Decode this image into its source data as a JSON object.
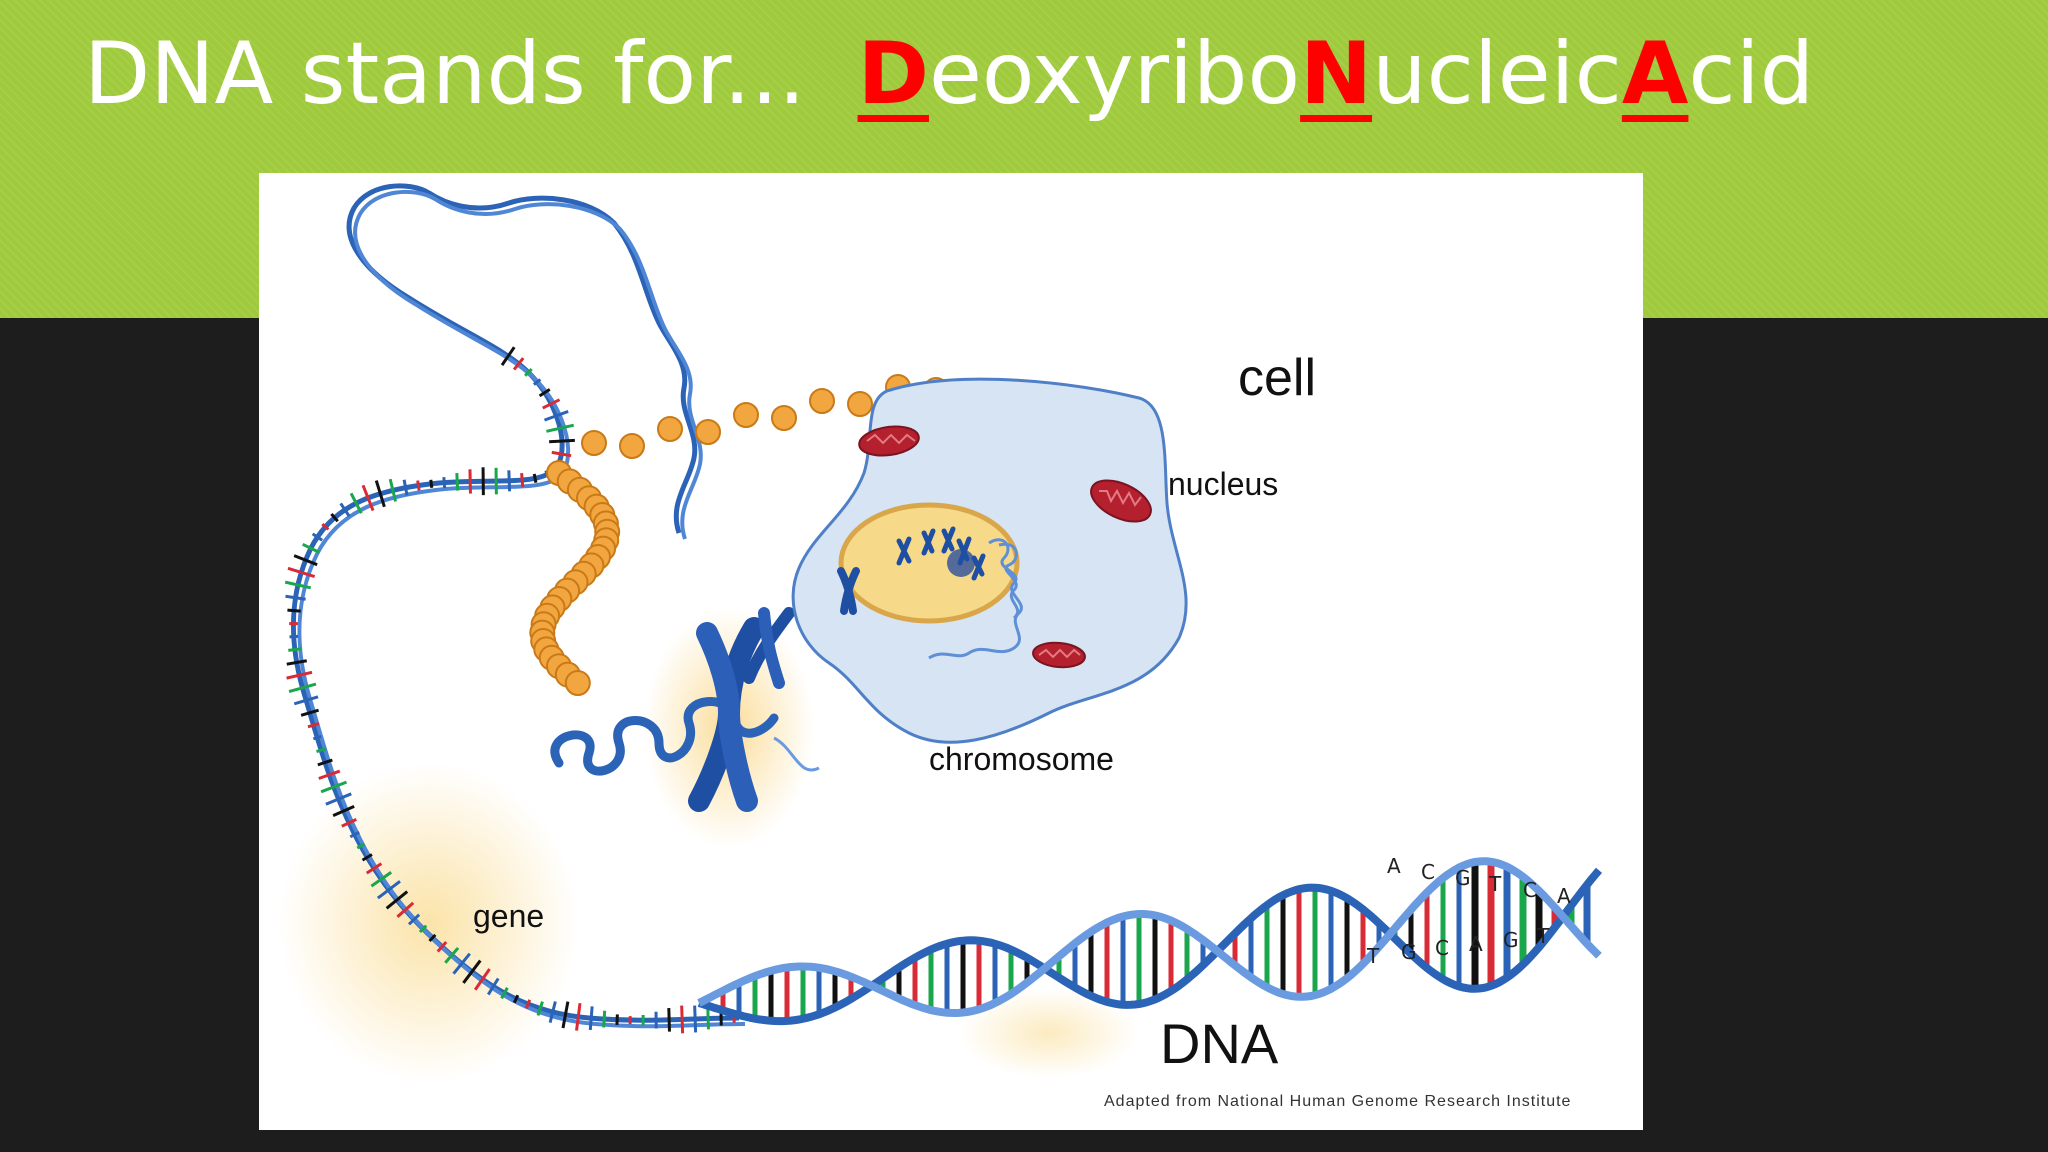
{
  "slide": {
    "title_prefix": "DNA stands for...",
    "title_parts": [
      {
        "text": "D",
        "highlight": true
      },
      {
        "text": "eoxyribo",
        "highlight": false
      },
      {
        "text": "N",
        "highlight": true
      },
      {
        "text": "ucleic",
        "highlight": false
      },
      {
        "text": "A",
        "highlight": true
      },
      {
        "text": "cid",
        "highlight": false
      }
    ]
  },
  "figure": {
    "labels": {
      "cell": "cell",
      "nucleus": "nucleus",
      "chromosome": "chromosome",
      "gene": "gene",
      "dna": "DNA"
    },
    "base_pairs_top": [
      "A",
      "C",
      "G",
      "T",
      "C",
      "A"
    ],
    "base_pairs_bottom": [
      "T",
      "G",
      "C",
      "A",
      "G",
      "T"
    ],
    "credit": "Adapted from National Human Genome Research Institute"
  },
  "colors": {
    "header_green": "#9fca3c",
    "background_dark": "#1d1d1d",
    "title_text": "#ffffff",
    "title_highlight": "#ff0000",
    "dna_strand": "#2b63b7",
    "cell_fill": "#d6e4f3",
    "nucleus_fill": "#f7d98a",
    "chromosome": "#1f4fa3",
    "mitochondria": "#b5202e",
    "histone": "#f2a640"
  }
}
